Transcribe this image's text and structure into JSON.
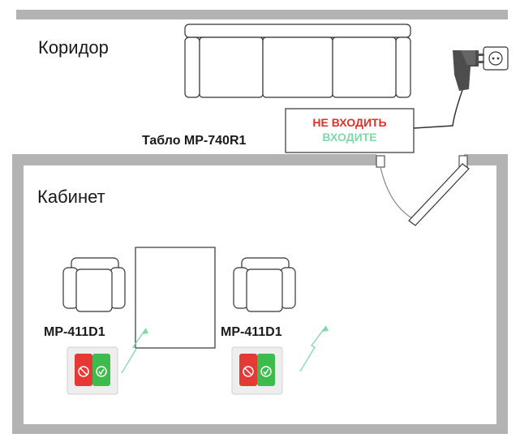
{
  "corridor": {
    "label": "Коридор"
  },
  "cabinet": {
    "label": "Кабинет"
  },
  "sign_panel": {
    "caption": "Табло MP-740R1",
    "line_stop": "НЕ ВХОДИТЬ",
    "line_enter": "ВХОДИТЕ"
  },
  "call_buttons": [
    {
      "label": "MP-411D1"
    },
    {
      "label": "MP-411D1"
    }
  ],
  "colors": {
    "wall": "#b3b3b3",
    "stop_text": "#e0302a",
    "enter_text": "#7fd9a9",
    "button_red": "#e53935",
    "button_green": "#3dbb4d",
    "wireless": "#7fd9a9"
  },
  "icons": [
    "sofa-icon",
    "power-adapter-icon",
    "wall-socket-icon",
    "armchair-icon",
    "door-icon",
    "wireless-signal-icon"
  ]
}
